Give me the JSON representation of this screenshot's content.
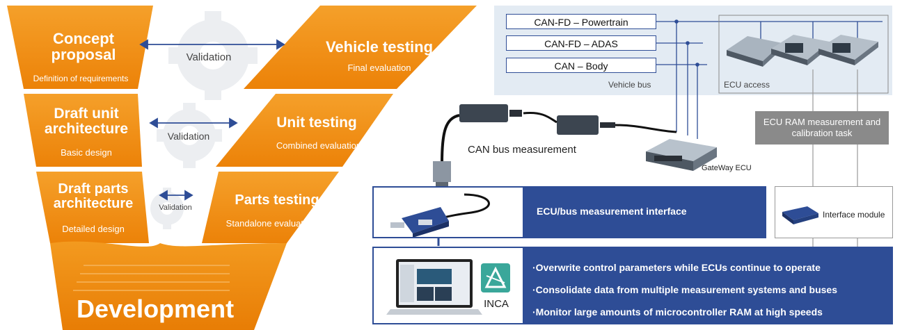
{
  "v_model": {
    "left_stages": [
      {
        "title": "Concept proposal",
        "subtitle": "Definition of requirements"
      },
      {
        "title": "Draft unit architecture",
        "subtitle": "Basic design"
      },
      {
        "title": "Draft parts architecture",
        "subtitle": "Detailed design"
      }
    ],
    "right_stages": [
      {
        "title": "Vehicle testing",
        "subtitle": "Final evaluation"
      },
      {
        "title": "Unit testing",
        "subtitle": "Combined evaluation"
      },
      {
        "title": "Parts testing",
        "subtitle": "Standalone evaluation"
      }
    ],
    "validation_labels": [
      "Validation",
      "Validation",
      "Validation"
    ],
    "bottom_label": "Development"
  },
  "bus": {
    "labels": [
      "CAN-FD – Powertrain",
      "CAN-FD – ADAS",
      "CAN – Body"
    ],
    "vehicle_bus_label": "Vehicle bus",
    "ecu_access_label": "ECU access",
    "can_measurement_label": "CAN bus measurement",
    "gateway_label": "GateWay ECU",
    "ram_task_label": "ECU RAM measurement and calibration task"
  },
  "interface": {
    "title": "ECU/bus measurement interface",
    "module_label": "Interface module"
  },
  "inca": {
    "label": "INCA",
    "bullets": [
      "·Overwrite control parameters while ECUs continue to operate",
      "·Consolidate data from multiple measurement systems and buses",
      "·Monitor large amounts of microcontroller RAM at high speeds"
    ]
  },
  "colors": {
    "orange": "#ef8a0f",
    "orange_light": "#f6a83a",
    "navy": "#2e4d96",
    "bus_bg": "#e3ebf3",
    "gray_box": "#8a8a8a"
  }
}
